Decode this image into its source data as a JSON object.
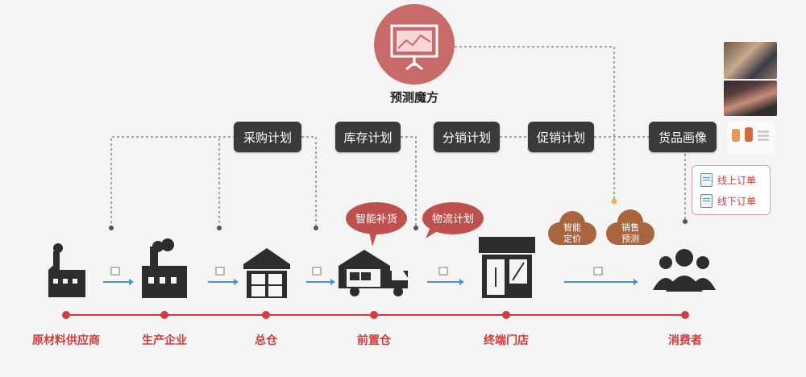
{
  "hub": {
    "title": "预测魔方",
    "icon": "presentation-screen-icon"
  },
  "plans": [
    {
      "label": "采购计划"
    },
    {
      "label": "库存计划"
    },
    {
      "label": "分销计划"
    },
    {
      "label": "促销计划"
    },
    {
      "label": "货品画像"
    }
  ],
  "nodes": [
    {
      "label": "原材料供应商",
      "icon": "factory-small-icon"
    },
    {
      "label": "生产企业",
      "icon": "factory-icon"
    },
    {
      "label": "总仓",
      "icon": "warehouse-icon"
    },
    {
      "label": "前置仓",
      "icon": "delivery-truck-icon"
    },
    {
      "label": "终端门店",
      "icon": "storefront-icon"
    },
    {
      "label": "消费者",
      "icon": "consumers-group-icon"
    }
  ],
  "bubbles": [
    {
      "label": "智能补货"
    },
    {
      "label": "物流计划"
    }
  ],
  "clouds": [
    {
      "line1": "智能",
      "line2": "定价"
    },
    {
      "line1": "销售",
      "line2": "预测"
    }
  ],
  "orders": [
    {
      "label": "线上订单"
    },
    {
      "label": "线下订单"
    }
  ],
  "colors": {
    "accent": "#d23b3b",
    "hub": "#c96a6a",
    "dark": "#3a3a3a",
    "bubble": "#c0504d",
    "cloud": "#a8653e",
    "flow": "#4a90c9"
  }
}
